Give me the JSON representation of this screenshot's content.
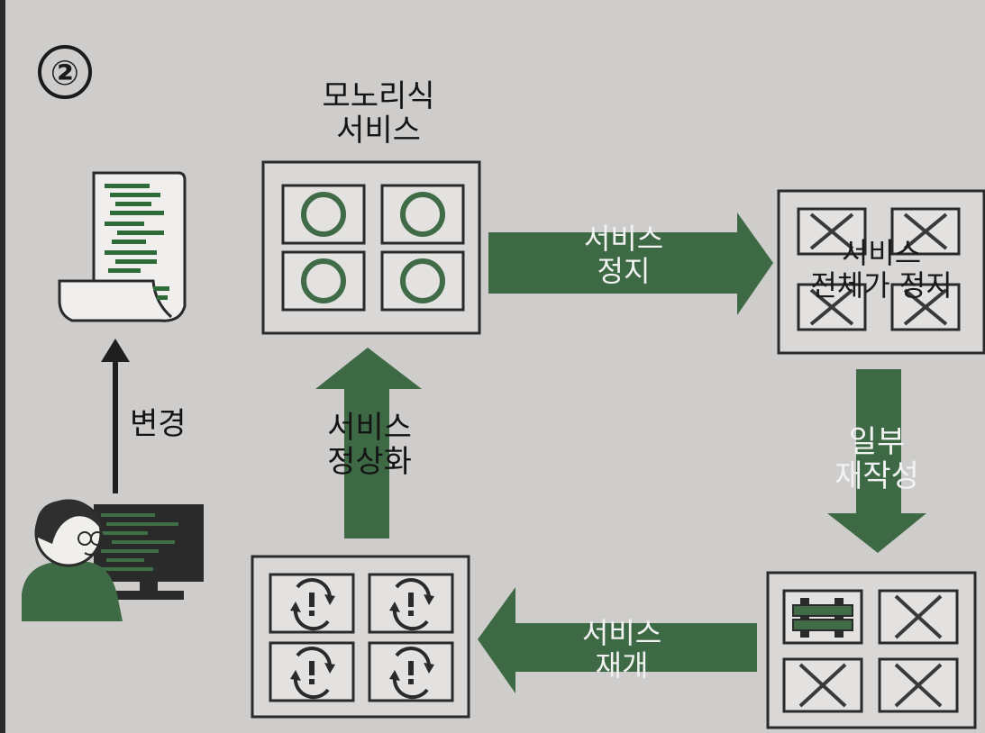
{
  "step_marker": "②",
  "labels": {
    "monolith_title": [
      "모노리식",
      "서비스"
    ],
    "change": "변경",
    "service_stop": [
      "서비스",
      "정지"
    ],
    "all_stopped": [
      "서비스",
      "전체가 정지"
    ],
    "partial_rebuild": [
      "일부",
      "재작성"
    ],
    "service_resume": [
      "서비스",
      "재개"
    ],
    "service_normalize": [
      "서비스",
      "정상화"
    ]
  },
  "colors": {
    "arrow_green": "#3d6a45",
    "ring_green": "#3f6b46",
    "box_border": "#2a2a2a",
    "box_fill": "#d9d8d6",
    "background": "#cfcdcb"
  },
  "icons": {
    "running": "circle-icon",
    "stopped": "x-mark-icon",
    "rebuilding": "construction-barrier-icon",
    "restarting": "refresh-alert-icon",
    "document": "code-document-icon",
    "developer": "developer-at-computer-icon"
  }
}
